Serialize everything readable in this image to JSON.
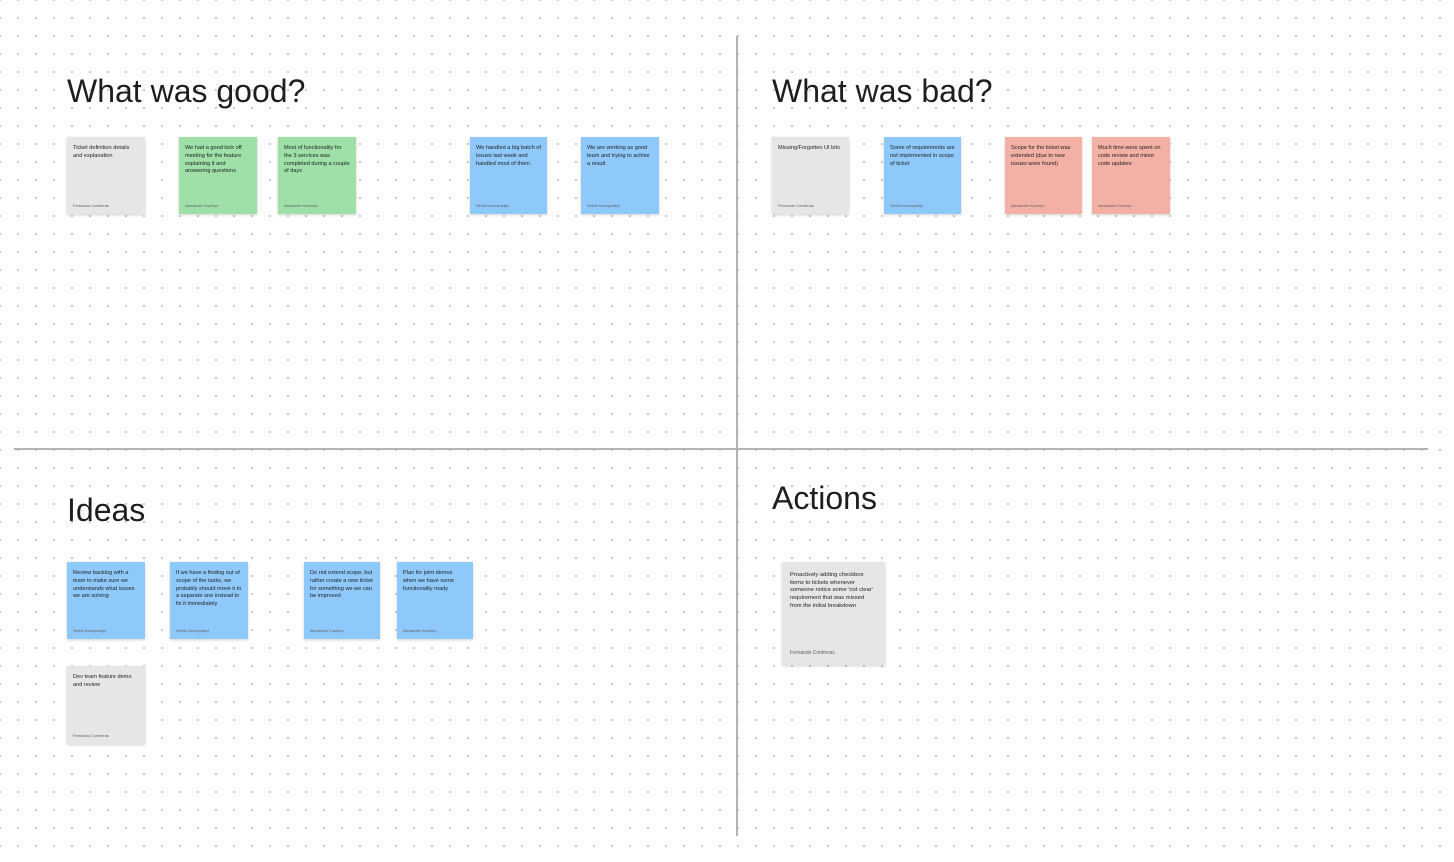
{
  "board": {
    "sections": {
      "good": {
        "title": "What was good?",
        "notes": [
          {
            "text": "Ticket definition details and explanation",
            "author": "Fernando Contreras",
            "color": "#e6e6e6"
          },
          {
            "text": "We had a good kick off meeting for the feature explaining it and answering questions",
            "author": "Alexander Kuzmyn",
            "color": "#9ee0a7"
          },
          {
            "text": "Most of functionality for the 3 services was completed during a couple of days",
            "author": "Alexander Kuzmyn",
            "color": "#9ee0a7"
          },
          {
            "text": "We handled a big batch of issues last week and handled most of them",
            "author": "Serhii Kuzmynskyi",
            "color": "#8fc8fa"
          },
          {
            "text": "We are working as good team and trying to achive a result",
            "author": "Serhii Kuzmynskyi",
            "color": "#8fc8fa"
          }
        ]
      },
      "bad": {
        "title": "What was bad?",
        "notes": [
          {
            "text": "Missing/Forgotten UI bits",
            "author": "Fernando Contreras",
            "color": "#e6e6e6"
          },
          {
            "text": "Some of requirements are not implemented in scope of ticket",
            "author": "Serhii Kuzmynskyi",
            "color": "#8fc8fa"
          },
          {
            "text": "Scope for the ticket was extended (due to new issues were found)",
            "author": "Alexander Kuzmyn",
            "color": "#f3b1a5"
          },
          {
            "text": "Much time were spent on code review and minor code updates",
            "author": "Alexander Kuzmyn",
            "color": "#f3b1a5"
          }
        ]
      },
      "ideas": {
        "title": "Ideas",
        "notes": [
          {
            "text": "Review backlog with a team to make sure we understands what issues we are solving",
            "author": "Serhii Kuzmynskyi",
            "color": "#8fc8fa"
          },
          {
            "text": "If we have a finding out of scope of the tasks, we probably should move it to a separate one instead to fix it immediately",
            "author": "Serhii Kuzmynskyi",
            "color": "#8fc8fa"
          },
          {
            "text": "Do not extend scope, but rather create a new ticket for something we we can be improved",
            "author": "Alexander Kuzmyn",
            "color": "#8fc8fa"
          },
          {
            "text": "Plan for joint demos when we have some functionality ready",
            "author": "Alexander Kuzmyn",
            "color": "#8fc8fa"
          },
          {
            "text": "Dev team feature demo and review",
            "author": "Fernando Contreras",
            "color": "#e6e6e6"
          }
        ]
      },
      "actions": {
        "title": "Actions",
        "notes": [
          {
            "text": "Proactively adding checkbox items to tickets whenever someone notice some 'not clear' requirement that was missed from the initial breakdown",
            "author": "Fernando Contreras",
            "color": "#e6e6e6"
          }
        ]
      }
    }
  }
}
